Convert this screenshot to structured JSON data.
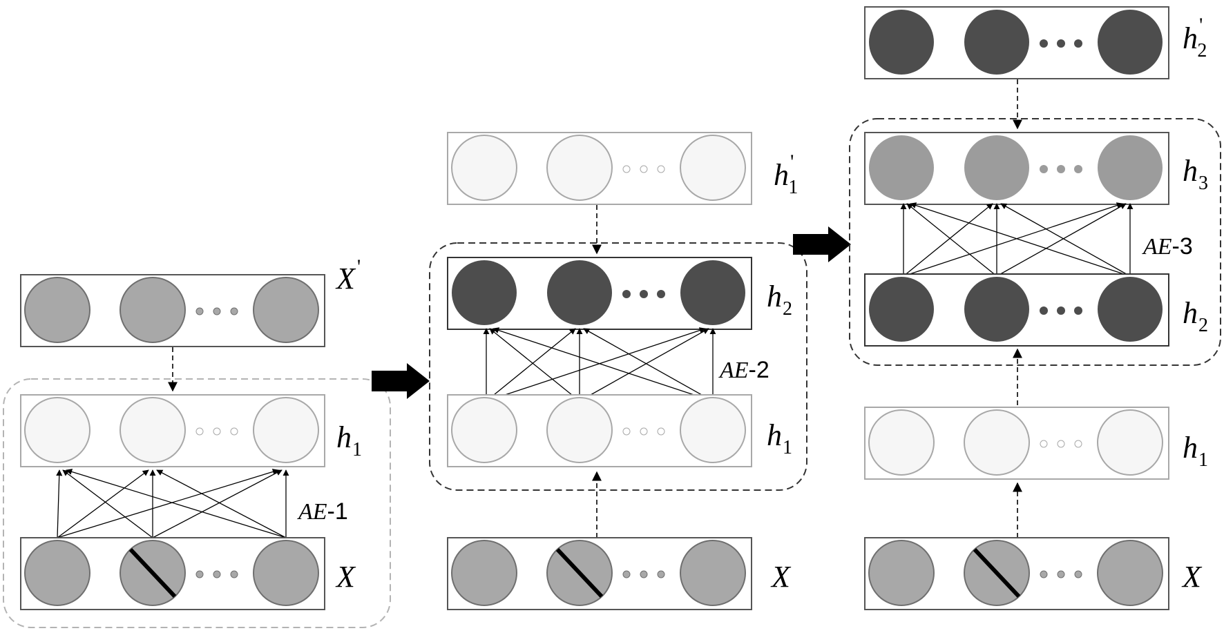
{
  "colors": {
    "input_node": "#a8a8a8",
    "input_node_stroke": "#6f6f6f",
    "hidden1_node": "#f6f6f6",
    "hidden1_stroke": "#a8a8a8",
    "dark_node": "#4d4d4d",
    "h3_node": "#9c9c9c",
    "box_stroke": "#555555",
    "light_box_stroke": "#a8a8a8",
    "dash_light": "#b3b3b3",
    "dash_dark": "#333333"
  },
  "labels": {
    "x_prime": {
      "base": "X",
      "prime": "'"
    },
    "h1": {
      "base": "h",
      "sub": "1"
    },
    "h2": {
      "base": "h",
      "sub": "2"
    },
    "h3": {
      "base": "h",
      "sub": "3"
    },
    "h1_prime": {
      "base": "h",
      "sub": "1",
      "prime": "'"
    },
    "h2_prime": {
      "base": "h",
      "sub": "2",
      "prime": "'"
    },
    "x": {
      "base": "X"
    },
    "ae1": {
      "name": "AE",
      "num": "-1"
    },
    "ae2": {
      "name": "AE",
      "num": "-2"
    },
    "ae3": {
      "name": "AE",
      "num": "-3"
    }
  },
  "icons": {
    "stage_arrow": "right-arrow-icon",
    "missing_value": "slash-icon"
  }
}
